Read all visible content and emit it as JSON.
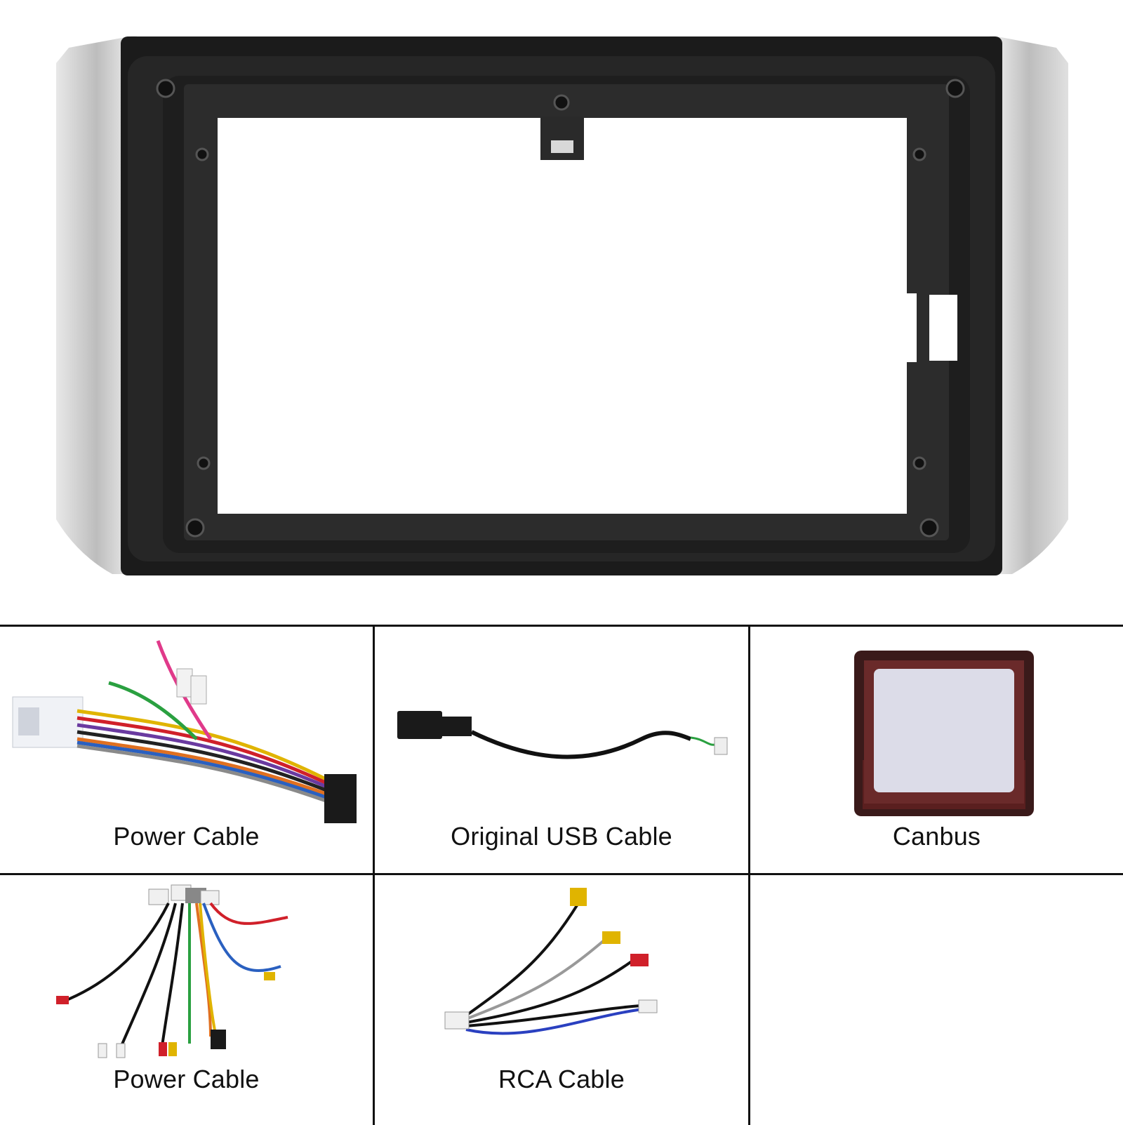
{
  "product": {
    "image": "car-stereo-dash-frame"
  },
  "accessories": [
    {
      "label": "Power Cable",
      "icon": "power-cable-harness"
    },
    {
      "label": "Original USB Cable",
      "icon": "usb-cable"
    },
    {
      "label": "Canbus",
      "icon": "canbus-box"
    },
    {
      "label": "Power Cable",
      "icon": "power-cable-harness-rca"
    },
    {
      "label": "RCA Cable",
      "icon": "rca-cable"
    }
  ],
  "colors": {
    "frame_black": "#1a1a1a",
    "frame_silver": "#c8c8c8",
    "grid_line": "#111111"
  }
}
